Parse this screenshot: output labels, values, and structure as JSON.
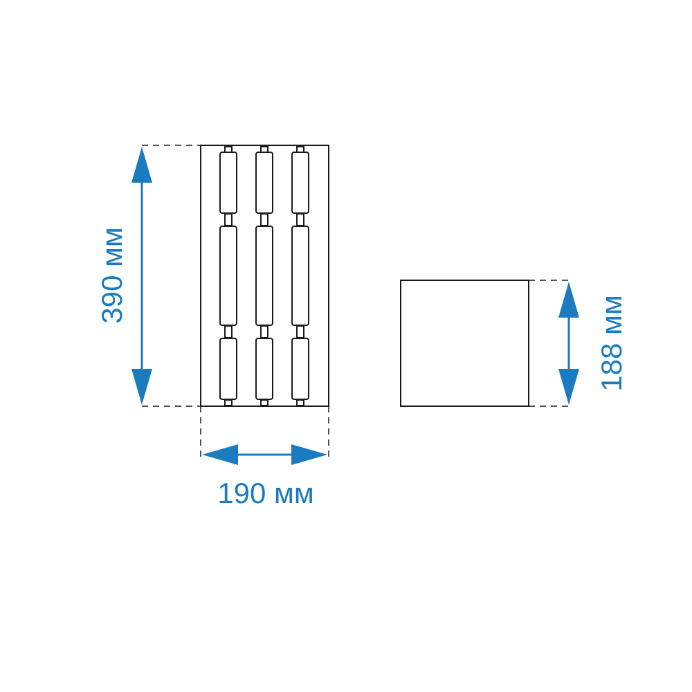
{
  "colors": {
    "outline": "#1a1a1a",
    "dimension": "#1a7bbf",
    "background": "#ffffff"
  },
  "labels": {
    "height": "390 мм",
    "width": "190 мм",
    "depth": "188 мм"
  }
}
